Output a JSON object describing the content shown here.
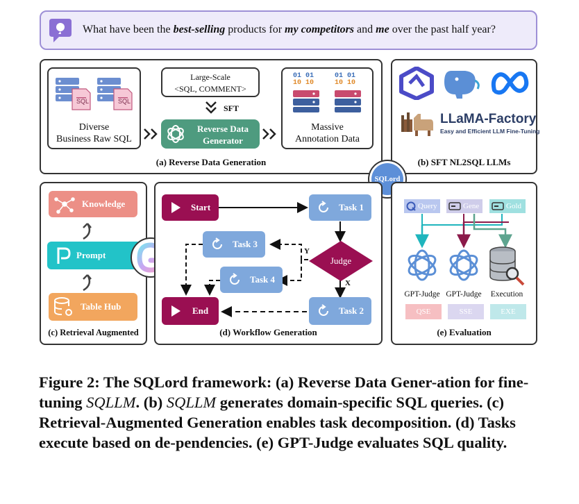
{
  "question": {
    "parts": [
      {
        "t": "What have been the ",
        "s": "n"
      },
      {
        "t": "best-selling",
        "s": "bi"
      },
      {
        "t": " products for ",
        "s": "n"
      },
      {
        "t": "my competitors",
        "s": "bi"
      },
      {
        "t": " and ",
        "s": "n"
      },
      {
        "t": "me",
        "s": "bi"
      },
      {
        "t": " over the past half year?",
        "s": "n"
      }
    ]
  },
  "panel_a": {
    "caption": "(a) Reverse Data Generation",
    "raw_sql_line1": "Diverse",
    "raw_sql_line2": "Business Raw SQL",
    "sql_tag": "SQL",
    "large_scale_line1": "Large-Scale",
    "large_scale_line2": "<SQL, COMMENT>",
    "sft_label": "SFT",
    "generator_line1": "Reverse Data",
    "generator_line2": "Generator",
    "annotation_line1": "Massive",
    "annotation_line2": "Annotation Data",
    "binary_a": "01 01",
    "binary_b": "10 10"
  },
  "panel_b": {
    "caption": "(b) SFT NL2SQL LLMs",
    "factory_title": "LLaMA-Factory",
    "factory_subtitle": "Easy and Efficient LLM Fine-Tuning"
  },
  "badge": "SQLord",
  "panel_c": {
    "caption": "(c) Retrieval Augmented",
    "knowledge": "Knowledge",
    "prompt": "Prompt",
    "table_hub": "Table Hub",
    "colors": {
      "knowledge": "#ec8f86",
      "prompt": "#22c3c8",
      "table_hub": "#f2a65e"
    }
  },
  "panel_d": {
    "caption": "(d) Workflow Generation",
    "start": "Start",
    "end": "End",
    "task1": "Task 1",
    "task2": "Task 2",
    "task3": "Task 3",
    "task4": "Task 4",
    "judge": "Judge",
    "yes": "Y",
    "no": "X",
    "colors": {
      "dark": "#9a0f52",
      "task": "#7fa8dc"
    }
  },
  "panel_e": {
    "caption": "(e) Evaluation",
    "query": "Query",
    "gene": "Gene",
    "gold": "Gold",
    "gpt_judge_1": "GPT-Judge",
    "gpt_judge_2": "GPT-Judge",
    "execution": "Execution",
    "qse": "QSE",
    "sse": "SSE",
    "exe": "EXE",
    "colors": {
      "query": "#b9c7ef",
      "gene": "#cfcdea",
      "gold": "#9fe0e0",
      "arrow_teal": "#1fb5bd",
      "arrow_maroon": "#8b1a4a",
      "arrow_green": "#5ea48f"
    }
  },
  "caption": {
    "parts": [
      {
        "t": "Figure 2: The SQLord framework: (a) Reverse Data Gener-ation for fine-tuning ",
        "s": "b"
      },
      {
        "t": "SQLLM",
        "s": "i"
      },
      {
        "t": ". (b) ",
        "s": "b"
      },
      {
        "t": "SQLLM",
        "s": "i"
      },
      {
        "t": " generates domain-specific SQL queries. (c) Retrieval-Augmented Generation enables task decomposition. (d) Tasks execute based on de-pendencies. (e) GPT-Judge evaluates SQL quality.",
        "s": "b"
      }
    ]
  }
}
